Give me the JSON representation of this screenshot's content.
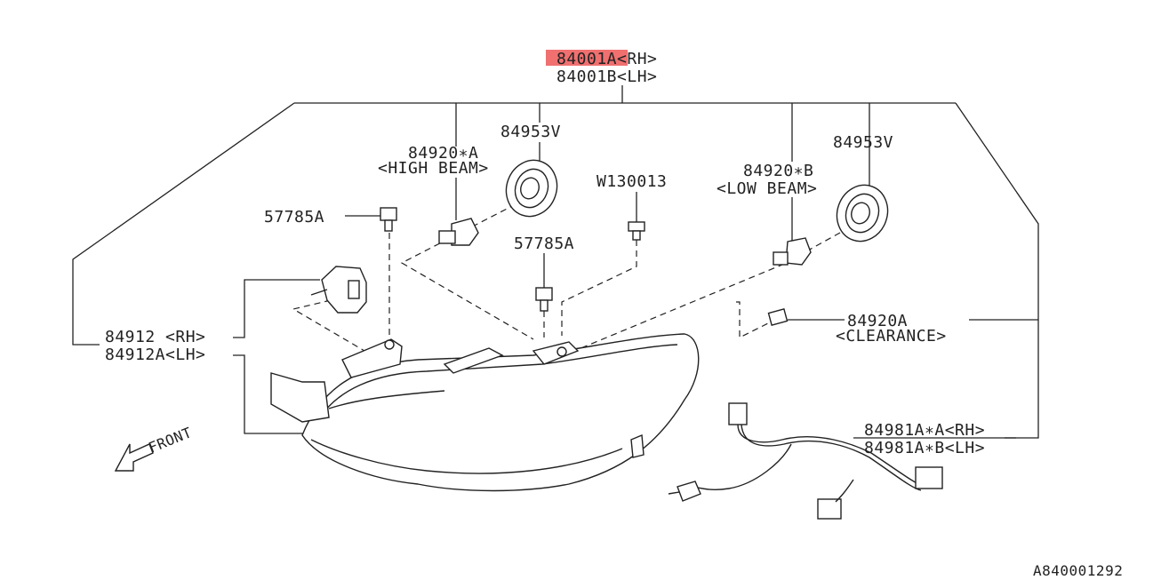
{
  "highlight_color": "#f07070",
  "labels": {
    "main_rh": "84001A<RH>",
    "main_rh_code": "84001A",
    "main_rh_side": "<RH>",
    "main_lh": "84001B<LH>",
    "high_bulb": "84920∗A",
    "high_beam": "<HIGH BEAM>",
    "cover_left": "84953V",
    "cover_right": "84953V",
    "screw_top": "W130013",
    "clip_left": "57785A",
    "clip_mid": "57785A",
    "low_bulb": "84920∗B",
    "low_beam": "<LOW BEAM>",
    "level_rh": "84912 <RH>",
    "level_lh": "84912A<LH>",
    "clear_bulb": "84920A",
    "clearance": "<CLEARANCE>",
    "harness_rh": "84981A∗A<RH>",
    "harness_lh": "84981A∗B<LH>",
    "front": "FRONT",
    "figure_code": "A840001292"
  }
}
